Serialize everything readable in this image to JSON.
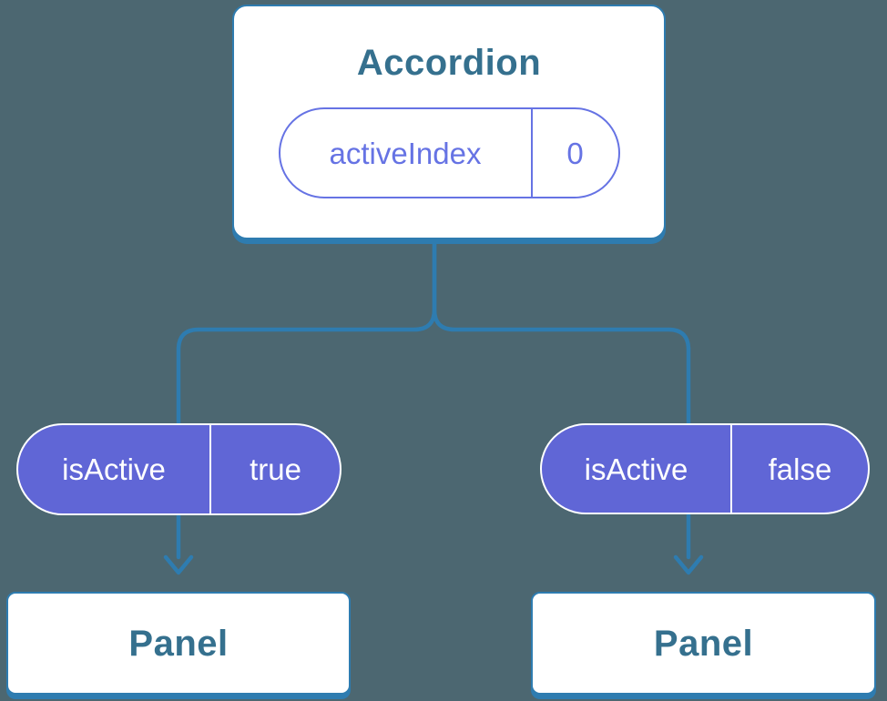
{
  "colors": {
    "background": "#4C6771",
    "line": "#2E7CB0",
    "heading": "#35708E",
    "purple": "#6673E4",
    "purple-fill": "#6066D6",
    "card-bg": "#FFFFFF",
    "pill-text": "#FFFFFF"
  },
  "root": {
    "title": "Accordion",
    "state_pill": {
      "name": "activeIndex",
      "value": "0"
    }
  },
  "children": [
    {
      "prop_pill": {
        "name": "isActive",
        "value": "true"
      },
      "panel": {
        "title": "Panel"
      }
    },
    {
      "prop_pill": {
        "name": "isActive",
        "value": "false"
      },
      "panel": {
        "title": "Panel"
      }
    }
  ]
}
